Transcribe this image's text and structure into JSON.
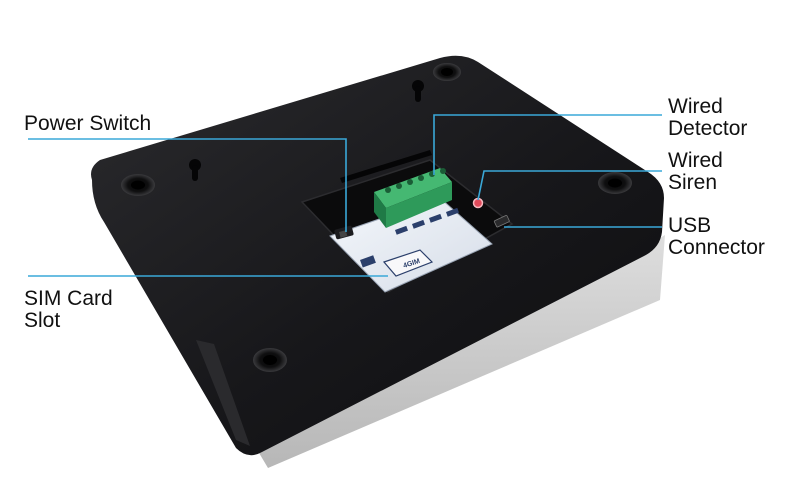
{
  "callouts": {
    "power_switch": "Power Switch",
    "sim_card_slot": {
      "line1": "SIM Card",
      "line2": "Slot"
    },
    "wired_detector": {
      "line1": "Wired",
      "line2": "Detector"
    },
    "wired_siren": {
      "line1": "Wired",
      "line2": "Siren"
    },
    "usb_connector": {
      "line1": "USB",
      "line2": "Connector"
    }
  },
  "board_markings": {
    "sim_label": "4GIM"
  },
  "colors": {
    "device_body": "#1a1a1c",
    "pcb": "#e9eef5",
    "terminal_block": "#2e9a5a",
    "leader_line": "#3aa8d8",
    "siren_led": "#e04a5a"
  }
}
